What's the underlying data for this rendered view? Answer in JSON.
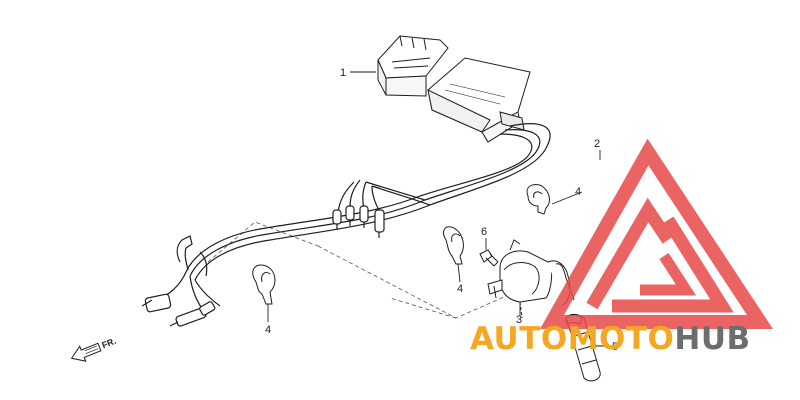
{
  "callouts": [
    {
      "id": "1",
      "label": "1"
    },
    {
      "id": "2",
      "label": "2"
    },
    {
      "id": "3",
      "label": "3"
    },
    {
      "id": "4a",
      "label": "4"
    },
    {
      "id": "4b",
      "label": "4"
    },
    {
      "id": "4c",
      "label": "4"
    },
    {
      "id": "5",
      "label": "5"
    },
    {
      "id": "6",
      "label": "6"
    }
  ],
  "direction_marker": {
    "label": "FR.",
    "icon": "front-arrow-icon"
  },
  "watermark": {
    "word_part1": "AUTOMOTO",
    "word_part2": "HUB",
    "logo_icon": "triangle-logo-icon",
    "colors": {
      "logo": "#e84a4a",
      "text_orange": "#f5a623",
      "text_gray": "#6d6d6d"
    }
  },
  "colors": {
    "line": "#1e1e1e",
    "dashed": "#555555"
  }
}
